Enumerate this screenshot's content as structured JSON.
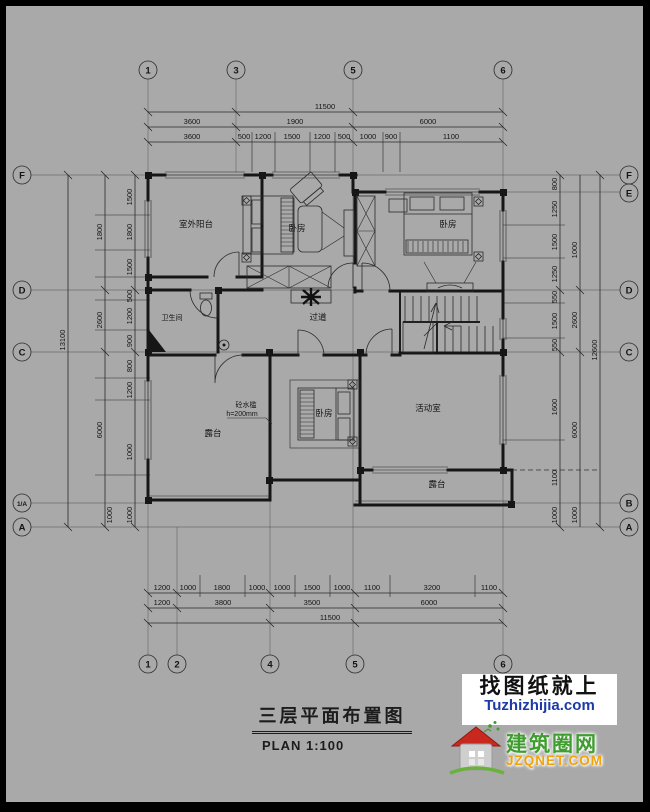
{
  "colors": {
    "canvas": "#a9a9a9",
    "ink": "#1a1a1a",
    "wm_blue": "#1c3aa8",
    "wm_green": "#3f9c2e",
    "wm_orange": "#f0a30a",
    "wm_red": "#c9281e"
  },
  "axes": {
    "top": [
      "1",
      "3",
      "5",
      "6"
    ],
    "bottom": [
      "1",
      "2",
      "4",
      "5",
      "6"
    ],
    "left": [
      "F",
      "D",
      "C",
      "1/A",
      "A"
    ],
    "right": [
      "F",
      "E",
      "D",
      "C",
      "B",
      "A"
    ]
  },
  "dims": {
    "top_total": "11500",
    "top_mid": [
      "3600",
      "1900",
      "6000"
    ],
    "top_inner": [
      "3600",
      "500",
      "1200",
      "1500",
      "1200",
      "500",
      "1000",
      "900",
      "1100"
    ],
    "bottom_inner": [
      "1200",
      "1000",
      "1800",
      "1000",
      "1000",
      "1500",
      "1000",
      "1100",
      "3200",
      "1100"
    ],
    "bottom_mid": [
      "1200",
      "3800",
      "3500",
      "6000"
    ],
    "bottom_total": "11500",
    "left_total": "13100",
    "left_mid": [
      "1800",
      "2600",
      "6000"
    ],
    "left_inner": [
      "1500",
      "1800",
      "1500",
      "500",
      "1200",
      "900",
      "800",
      "1200",
      "1000"
    ],
    "left_bottom_pair": [
      "1000",
      "1000"
    ],
    "right_total": "12600",
    "right_mid": [
      "1000",
      "2600",
      "6000"
    ],
    "right_inner": [
      "800",
      "1250",
      "1500",
      "1250",
      "550",
      "1500",
      "550",
      "1600",
      "1100"
    ],
    "right_bottom_pair": [
      "1000",
      "1000"
    ]
  },
  "rooms": {
    "balcony_top": "室外阳台",
    "bedroom_top": "卧房",
    "bedroom_right": "卧房",
    "bathroom": "卫生间",
    "corridor": "过道",
    "terrace_left": "露台",
    "bedroom_bottom": "卧房",
    "activity": "活动室",
    "terrace_bottom": "露台"
  },
  "notes": {
    "sill": "砼水槛",
    "sill_height": "h=200mm"
  },
  "title_block": {
    "title": "三层平面布置图",
    "scale": "PLAN 1:100"
  },
  "watermarks": {
    "finder": {
      "line1": "找图纸就上",
      "line2": "Tuzhizhijia.com"
    },
    "site": {
      "name": "建筑圈网",
      "domain": "JZQNET.COM"
    }
  }
}
